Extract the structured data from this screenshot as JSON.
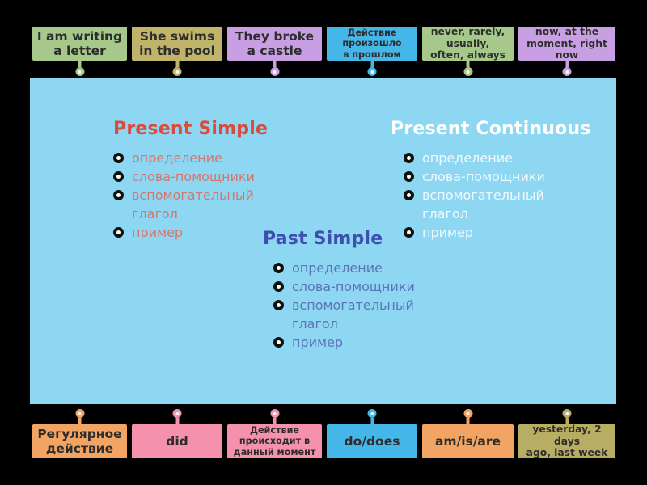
{
  "colors": {
    "background": "#000000",
    "panel": "#8ed7f3",
    "card_text": "#2d2d2d",
    "green": "#a6c98b",
    "khaki": "#bfb46a",
    "purple": "#c79fe2",
    "blue": "#45b6e8",
    "orange": "#f2a462",
    "pink": "#f591ad",
    "olive": "#b8ae63",
    "present_simple_heading": "#d94b3c",
    "present_simple_items": "#d5766c",
    "present_continuous_heading": "#ffffff",
    "past_simple_heading": "#3e4fae",
    "past_simple_items": "#5b74b8"
  },
  "top_cards": [
    {
      "label": "I am writing\na letter",
      "color": "green"
    },
    {
      "label": "She swims\nin the pool",
      "color": "khaki"
    },
    {
      "label": "They broke\na castle",
      "color": "purple"
    },
    {
      "label": "Действие\nпроизошло\nв прошлом",
      "color": "blue"
    },
    {
      "label": "never, rarely,\nusually,\noften, always",
      "color": "green"
    },
    {
      "label": "now, at the\nmoment, right now",
      "color": "purple"
    }
  ],
  "bottom_cards": [
    {
      "label": "Регулярное\nдействие",
      "color": "orange"
    },
    {
      "label": "did",
      "color": "pink"
    },
    {
      "label": "Действие\nпроисходит в\nданный момент",
      "color": "pink"
    },
    {
      "label": "do/does",
      "color": "blue"
    },
    {
      "label": "am/is/are",
      "color": "orange"
    },
    {
      "label": "yesterday, 2 days\nago, last week",
      "color": "olive"
    }
  ],
  "panel": {
    "columns": [
      {
        "title": "Present Simple",
        "items": [
          "определение",
          "слова-помощники",
          "вспомогательный глагол",
          "пример"
        ]
      },
      {
        "title": "Present Continuous",
        "items": [
          "определение",
          "слова-помощники",
          "вспомогательный глагол",
          "пример"
        ]
      },
      {
        "title": "Past Simple",
        "items": [
          "определение",
          "слова-помощники",
          "вспомогательный глагол",
          "пример"
        ]
      }
    ]
  }
}
